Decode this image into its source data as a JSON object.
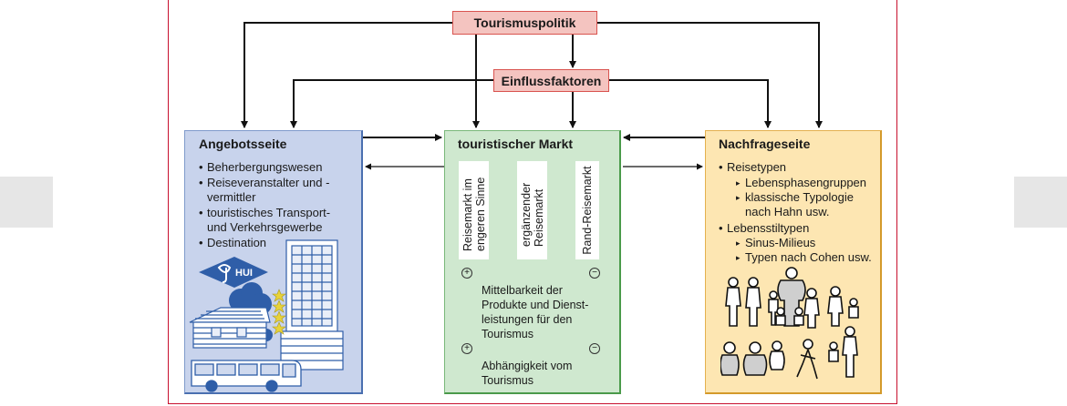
{
  "top": {
    "policy": "Tourismuspolitik",
    "factors": "Einflussfaktoren"
  },
  "angebot": {
    "title": "Angebotsseite",
    "items": [
      "Beherbergungswesen",
      "Reiseveranstalter und -vermittler",
      "touristisches Transport- und Verkehrsgewerbe",
      "Destination"
    ],
    "logo_text": "HUI"
  },
  "markt": {
    "title": "touristischer Markt",
    "cards": [
      "Reisemarkt im engeren Sinne",
      "ergänzender Reisemarkt",
      "Rand-Reisemarkt"
    ],
    "scale1": "Mittelbarkeit der Produkte und Dienst-leistungen für den Tourismus",
    "scale2": "Abhängigkeit vom Tourismus",
    "plus": "+",
    "minus": "−"
  },
  "nachfrage": {
    "title": "Nachfrageseite",
    "groups": [
      {
        "label": "Reisetypen",
        "subs": [
          "Lebensphasengruppen",
          "klassische Typologie nach Hahn usw."
        ]
      },
      {
        "label": "Lebensstiltypen",
        "subs": [
          "Sinus-Milieus",
          "Typen nach Cohen usw."
        ]
      }
    ]
  },
  "colors": {
    "frame": "#c8102e",
    "policy_fill": "#f4c4c0",
    "angebot_fill": "#c8d3ec",
    "markt_fill": "#cfe8cf",
    "nachfrage_fill": "#fde6b2"
  }
}
